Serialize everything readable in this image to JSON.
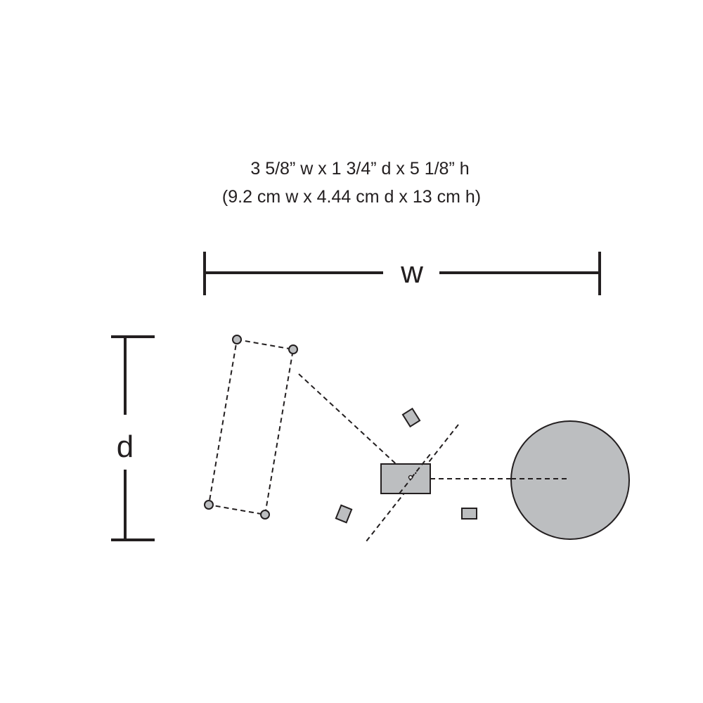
{
  "dimensions": {
    "imperial": "3 5/8” w x 1 3/4” d x 5 1/8” h",
    "metric": "(9.2 cm w x 4.44 cm d x 13 cm h)"
  },
  "labels": {
    "width": "w",
    "depth": "d"
  },
  "colors": {
    "stroke": "#231f20",
    "fill": "#bcbec0"
  }
}
